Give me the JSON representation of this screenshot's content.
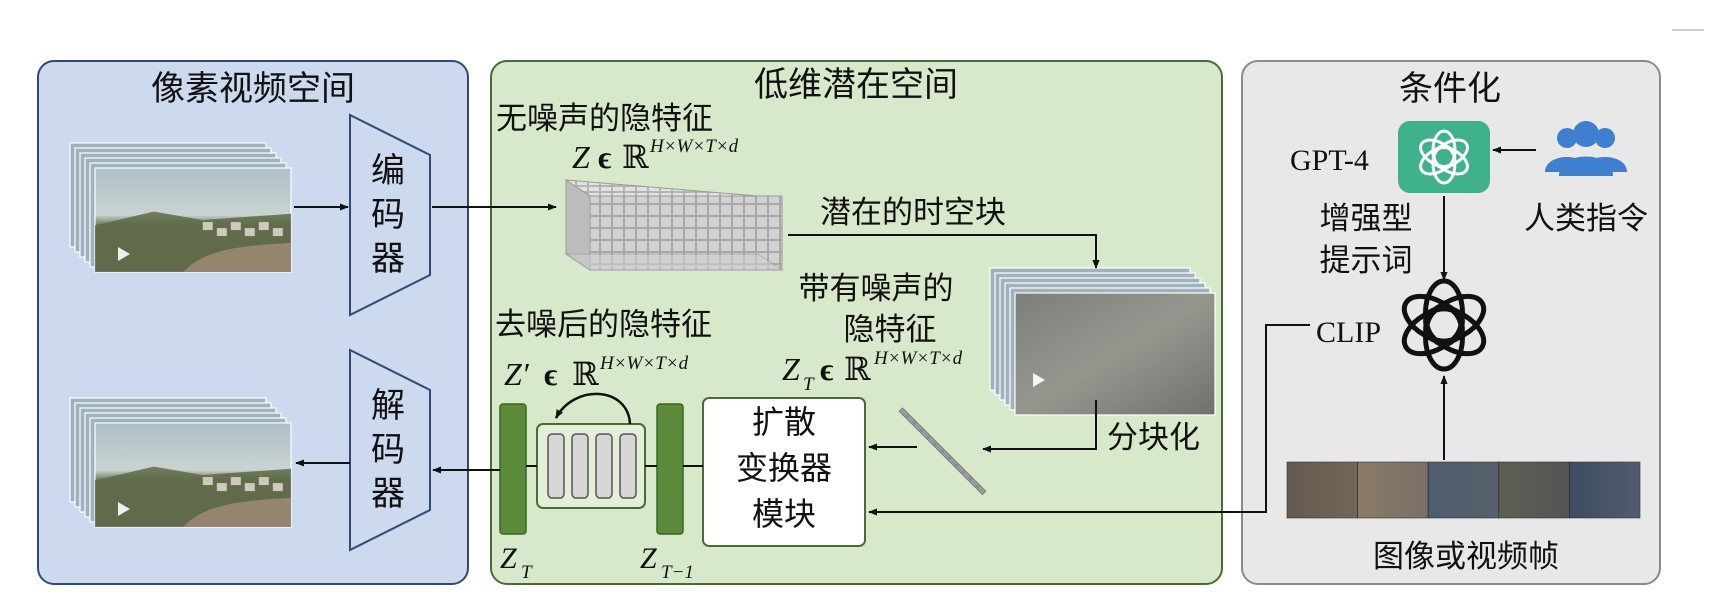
{
  "panels": {
    "pixel": "像素视频空间",
    "latent": "低维潜在空间",
    "condition": "条件化"
  },
  "encoder_chars": [
    "编",
    "码",
    "器"
  ],
  "decoder_chars": [
    "解",
    "码",
    "器"
  ],
  "labels": {
    "clean_latent": "无噪声的隐特征",
    "spacetime_patches": "潜在的时空块",
    "noisy_latent_line1": "带有噪声的",
    "noisy_latent_line2": "隐特征",
    "denoised_latent": "去噪后的隐特征",
    "patchify": "分块化",
    "transformer_line1": "扩散",
    "transformer_line2": "变换器",
    "transformer_line3": "模块",
    "gpt4": "GPT-4",
    "human_instruction": "人类指令",
    "enhanced_line1": "增强型",
    "enhanced_line2": "提示词",
    "clip": "CLIP",
    "frames": "图像或视频帧"
  },
  "math": {
    "z_var": "Z",
    "z_prime_var": "Z′",
    "z_t_var": "Z",
    "element_of": "ϵ",
    "real_set": "ℝ",
    "dims": "H×W×T×d",
    "sub_t": "T",
    "sub_t_minus_1": "T−1"
  },
  "colors": {
    "pixel_panel_bg": "#cdd9ee",
    "pixel_panel_border": "#2f4a74",
    "latent_panel_bg": "#d8e8cb",
    "latent_panel_border": "#4a6b36",
    "condition_panel_bg": "#e8e8e8",
    "condition_panel_border": "#8a8a8a",
    "trapezoid_fill": "#cdd9ee",
    "trapezoid_stroke": "#2f4a74",
    "green_bar": "#5a8a3a",
    "openai_teal": "#3fb28b",
    "people_blue": "#3f7fd0"
  },
  "icons": [
    "openai-gpt4-icon",
    "people-icon",
    "openai-clip-icon",
    "play-icon"
  ]
}
